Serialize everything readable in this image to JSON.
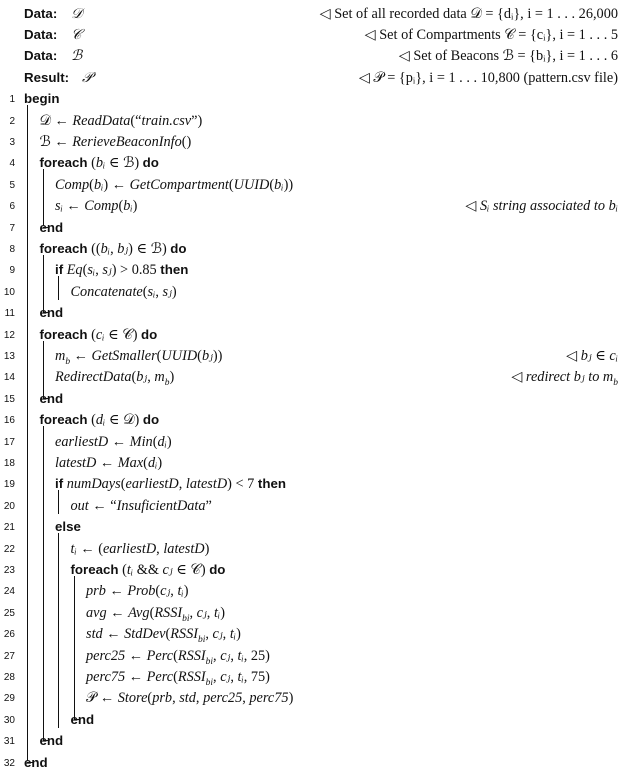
{
  "header": [
    {
      "label": "Data:",
      "value": "𝒟",
      "comment": "◁ Set of all recorded data 𝒟 = {dᵢ}, i = 1 . . . 26,000"
    },
    {
      "label": "Data:",
      "value": "𝒞",
      "comment": "◁ Set of Compartments 𝒞 = {cᵢ}, i = 1 . . . 5"
    },
    {
      "label": "Data:",
      "value": "ℬ",
      "comment": "◁ Set of Beacons ℬ = {bᵢ}, i = 1 . . . 6"
    },
    {
      "label": "Result:",
      "value": "𝒫",
      "comment": "◁ 𝒫 = {pᵢ}, i = 1 . . . 10,800 (pattern.csv file)"
    }
  ],
  "lines": [
    {
      "n": "1",
      "depth": 0,
      "code": "begin"
    },
    {
      "n": "2",
      "depth": 1,
      "code": "𝒟 ← ReadData(“train.csv”)"
    },
    {
      "n": "3",
      "depth": 1,
      "code": "ℬ ← RerieveBeaconInfo()"
    },
    {
      "n": "4",
      "depth": 1,
      "code": "foreach (bᵢ ∈ ℬ) do"
    },
    {
      "n": "5",
      "depth": 2,
      "code": "Comp(bᵢ) ← GetCompartment(UUID(bᵢ))"
    },
    {
      "n": "6",
      "depth": 2,
      "code": "sᵢ ← Comp(bᵢ)",
      "comment": "◁ Sᵢ string associated to bᵢ"
    },
    {
      "n": "7",
      "depth": 1,
      "code": "end"
    },
    {
      "n": "8",
      "depth": 1,
      "code": "foreach ((bᵢ, bⱼ) ∈ ℬ) do"
    },
    {
      "n": "9",
      "depth": 2,
      "code": "if Eq(sᵢ, sⱼ) > 0.85 then"
    },
    {
      "n": "10",
      "depth": 3,
      "code": "Concatenate(sᵢ, sⱼ)"
    },
    {
      "n": "11",
      "depth": 1,
      "code": "end"
    },
    {
      "n": "12",
      "depth": 1,
      "code": "foreach (cᵢ ∈ 𝒞) do"
    },
    {
      "n": "13",
      "depth": 2,
      "code": "m_b ← GetSmaller(UUID(bⱼ))",
      "comment": "◁ bⱼ ∈ cᵢ"
    },
    {
      "n": "14",
      "depth": 2,
      "code": "RedirectData(bⱼ, m_b)",
      "comment": "◁ redirect bⱼ to m_b"
    },
    {
      "n": "15",
      "depth": 1,
      "code": "end"
    },
    {
      "n": "16",
      "depth": 1,
      "code": "foreach (dᵢ ∈ 𝒟) do"
    },
    {
      "n": "17",
      "depth": 2,
      "code": "earliestD ← Min(dᵢ)"
    },
    {
      "n": "18",
      "depth": 2,
      "code": "latestD ← Max(dᵢ)"
    },
    {
      "n": "19",
      "depth": 2,
      "code": "if numDays(earliestD, latestD) < 7 then"
    },
    {
      "n": "20",
      "depth": 3,
      "code": "out ← “InsuficientData”"
    },
    {
      "n": "21",
      "depth": 2,
      "code": "else"
    },
    {
      "n": "22",
      "depth": 3,
      "code": "tᵢ ← (earliestD, latestD)"
    },
    {
      "n": "23",
      "depth": 3,
      "code": "foreach (tᵢ && cⱼ ∈ 𝒞) do"
    },
    {
      "n": "24",
      "depth": 4,
      "code": "prb ← Prob(cⱼ, tᵢ)"
    },
    {
      "n": "25",
      "depth": 4,
      "code": "avg ← Avg(RSSI_bi, cⱼ, tᵢ)"
    },
    {
      "n": "26",
      "depth": 4,
      "code": "std ← StdDev(RSSI_bi, cⱼ, tᵢ)"
    },
    {
      "n": "27",
      "depth": 4,
      "code": "perc25 ← Perc(RSSI_bi, cⱼ, tᵢ, 25)"
    },
    {
      "n": "28",
      "depth": 4,
      "code": "perc75 ← Perc(RSSI_bi, cⱼ, tᵢ, 75)"
    },
    {
      "n": "29",
      "depth": 4,
      "code": "𝒫 ← Store(prb, std, perc25, perc75)"
    },
    {
      "n": "30",
      "depth": 3,
      "code": "end"
    },
    {
      "n": "31",
      "depth": 1,
      "code": "end"
    },
    {
      "n": "32",
      "depth": 0,
      "code": "end"
    }
  ]
}
